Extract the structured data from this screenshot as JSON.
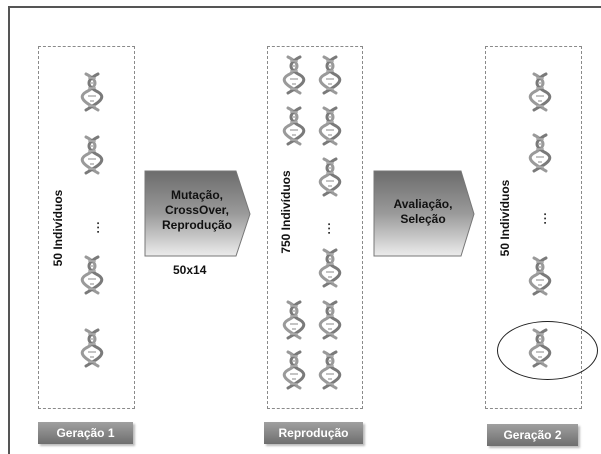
{
  "populations": {
    "geracao1": {
      "count_label": "50 Indivíduos",
      "stage_label": "Geração 1"
    },
    "reproducao": {
      "count_label": "750 Indivíduos",
      "stage_label": "Reprodução"
    },
    "geracao2": {
      "count_label": "50 Indivíduos",
      "stage_label": "Geração 2"
    }
  },
  "ellipsis": "...",
  "steps": {
    "operators": {
      "line1": "Mutação,",
      "line2": "CrossOver,",
      "line3": "Reprodução",
      "factor": "50x14"
    },
    "selection": {
      "line1": "Avaliação,",
      "line2": "Seleção"
    }
  },
  "icons": {
    "individual": "dna-helix-icon"
  },
  "colors": {
    "stage_bar": "#8a8a8a",
    "arrow_fill": "#8c8c8c",
    "dashed_border": "#8a8a8a"
  }
}
